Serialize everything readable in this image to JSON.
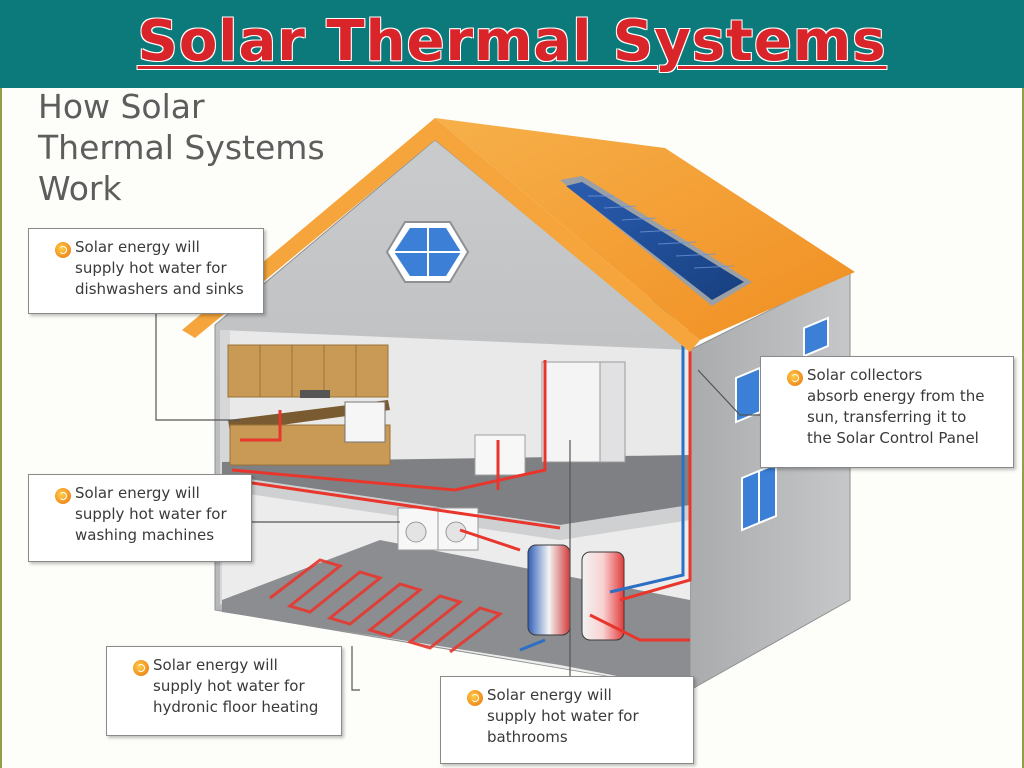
{
  "title": "Solar Thermal Systems",
  "heading": "How Solar\nThermal Systems\nWork",
  "callouts": [
    {
      "text": "Solar energy will\nsupply hot water for\ndishwashers and sinks"
    },
    {
      "text": "Solar energy will\nsupply hot water for\nwashing machines"
    },
    {
      "text": "Solar energy will\nsupply hot water for\nhydronic floor heating"
    },
    {
      "text": "Solar energy will\nsupply hot water for\nbathrooms"
    },
    {
      "text": "Solar collectors\nabsorb energy from the\nsun, transferring it to\nthe Solar Control Panel"
    }
  ],
  "colors": {
    "title_bar": "#0c7a7b",
    "title_text": "#d9242a",
    "roof": "#f6a23a",
    "hot_pipe": "#e8362d",
    "cold_pipe": "#2c6fc4",
    "collector": "#1f4e9a",
    "callout_bullet": "#f08a1c"
  },
  "icons": [
    "solar-bullet-icon",
    "hexagon-window-icon",
    "solar-collector-icon"
  ]
}
